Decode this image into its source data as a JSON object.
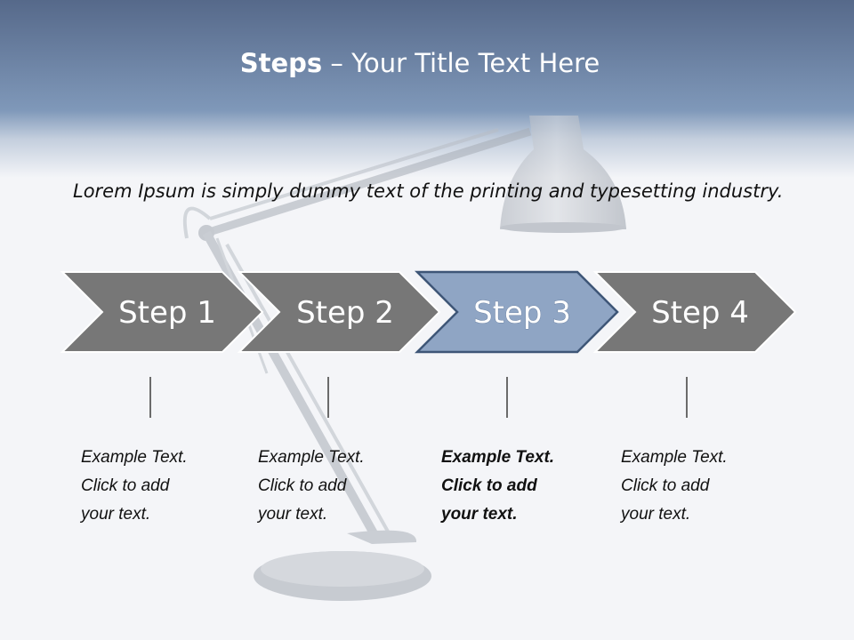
{
  "slide": {
    "title_bold": "Steps",
    "title_rest": " – Your Title Text Here",
    "intro": "Lorem Ipsum is simply dummy text of the printing and typesetting industry."
  },
  "colors": {
    "header_top": "#56698a",
    "header_bottom": "#7f98b9",
    "chevron_gray": "#777777",
    "chevron_active": "#8fa5c4",
    "chevron_active_border": "#3e5677"
  },
  "steps": [
    {
      "label": "Step 1",
      "line1": "Example Text.",
      "line2": "Click  to add",
      "line3": "your text.",
      "active": false
    },
    {
      "label": "Step 2",
      "line1": "Example Text.",
      "line2": "Click  to add",
      "line3": "your text.",
      "active": false
    },
    {
      "label": "Step 3",
      "line1": "Example Text.",
      "line2": "Click  to add",
      "line3": "your text.",
      "active": true
    },
    {
      "label": "Step 4",
      "line1": "Example Text.",
      "line2": "Click  to add",
      "line3": "your text.",
      "active": false
    }
  ]
}
